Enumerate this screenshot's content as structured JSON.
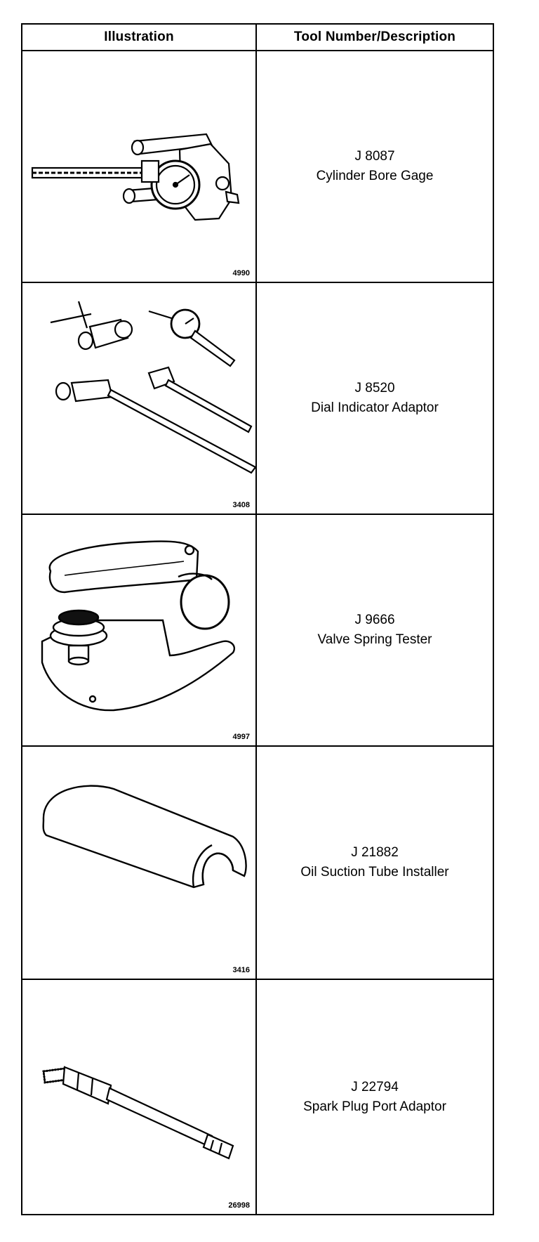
{
  "table": {
    "headers": {
      "illustration": "Illustration",
      "tool": "Tool Number/Description"
    },
    "rows": [
      {
        "figure": "4990",
        "tool_number": "J 8087",
        "description": "Cylinder Bore Gage",
        "icon": "cylinder-bore-gage-icon"
      },
      {
        "figure": "3408",
        "tool_number": "J 8520",
        "description": "Dial Indicator Adaptor",
        "icon": "dial-indicator-adaptor-icon"
      },
      {
        "figure": "4997",
        "tool_number": "J 9666",
        "description": "Valve Spring Tester",
        "icon": "valve-spring-tester-icon"
      },
      {
        "figure": "3416",
        "tool_number": "J 21882",
        "description": "Oil Suction Tube Installer",
        "icon": "oil-suction-tube-installer-icon"
      },
      {
        "figure": "26998",
        "tool_number": "J 22794",
        "description": "Spark Plug Port Adaptor",
        "icon": "spark-plug-port-adaptor-icon"
      }
    ]
  }
}
